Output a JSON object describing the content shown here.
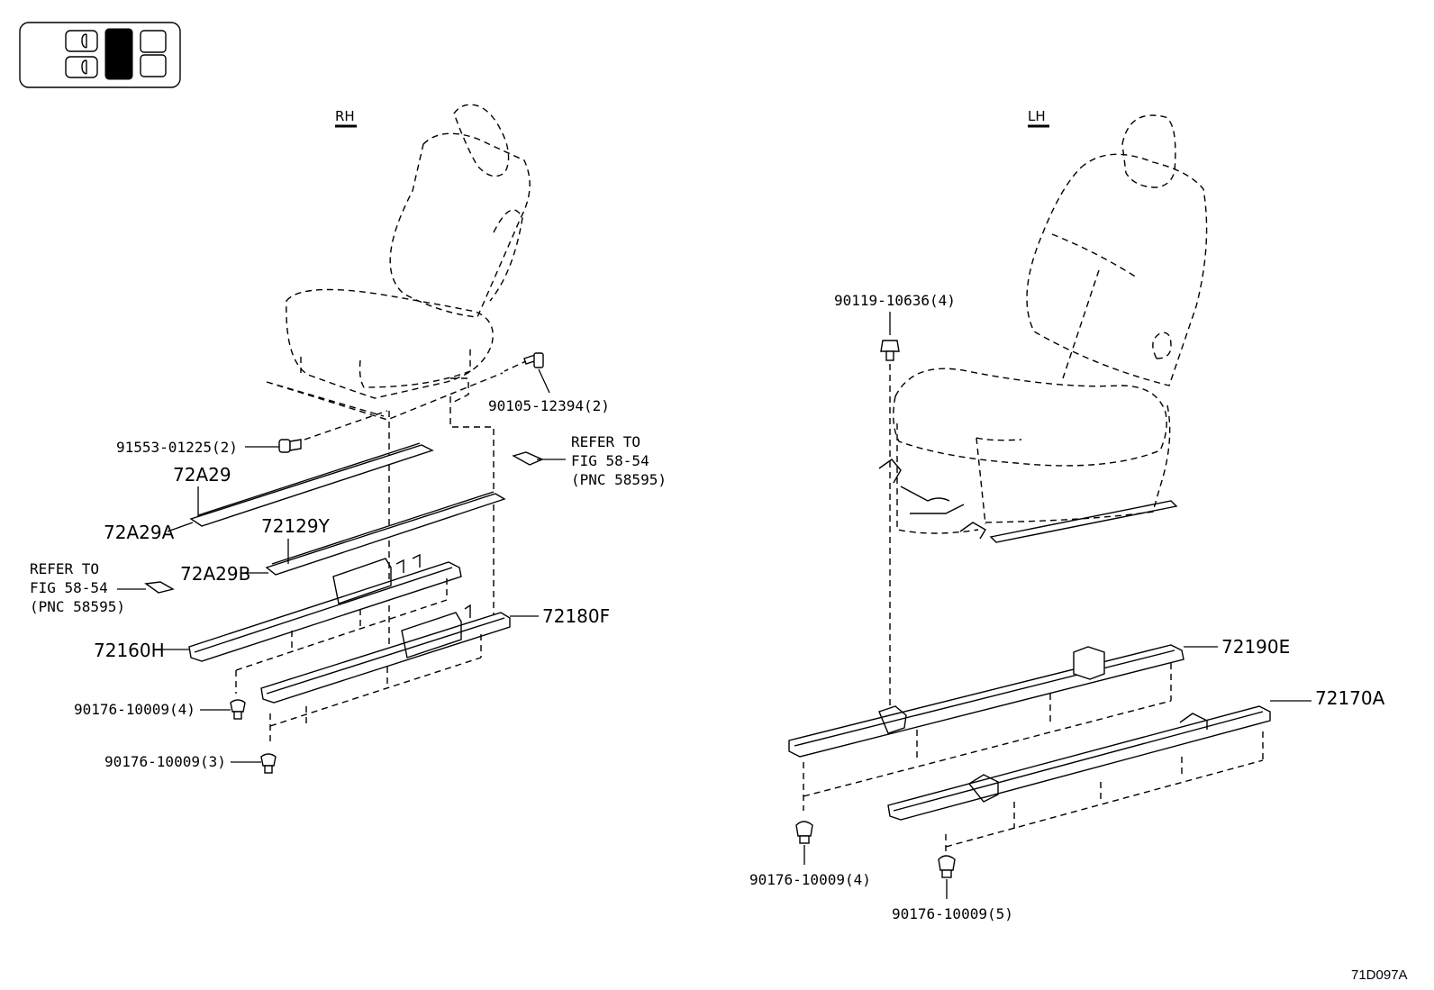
{
  "sides": {
    "right": "RH",
    "left": "LH"
  },
  "callouts": {
    "rh_screw_top": "90105-12394(2)",
    "rh_screw_left": "91553-01225(2)",
    "rh_cover_a": "72A29",
    "rh_cover_a_sub": "72A29A",
    "rh_cover_y": "72129Y",
    "rh_cover_b": "72A29B",
    "rh_track_inner": "72160H",
    "rh_track_outer": "72180F",
    "rh_clip_4": "90176-10009(4)",
    "rh_clip_3": "90176-10009(3)",
    "lh_bolt": "90119-10636(4)",
    "lh_track_inner": "72190E",
    "lh_track_outer": "72170A",
    "lh_clip_4": "90176-10009(4)",
    "lh_clip_5": "90176-10009(5)"
  },
  "refer_right": {
    "line1": "REFER TO",
    "line2": "FIG 58-54",
    "line3": "(PNC 58595)"
  },
  "refer_left": {
    "line1": "REFER TO",
    "line2": "FIG 58-54",
    "line3": "(PNC 58595)"
  },
  "figure_code": "71D097A",
  "locator": {
    "highlighted_seat": "front-right"
  }
}
